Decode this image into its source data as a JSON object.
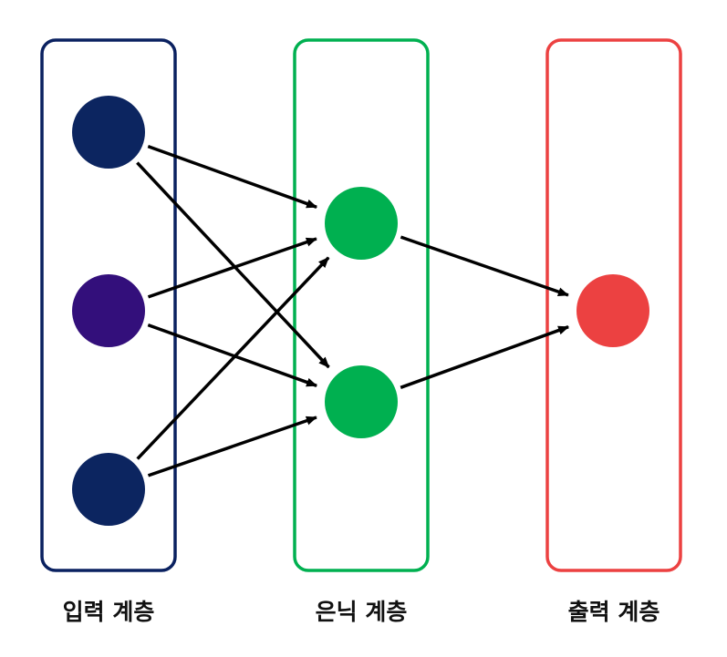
{
  "layers": [
    {
      "label": "입력 계층",
      "border_color": "#0a2160",
      "nodes": [
        {
          "color": "#0c2560"
        },
        {
          "color": "#330f7b"
        },
        {
          "color": "#0c2560"
        }
      ]
    },
    {
      "label": "은닉 계층",
      "border_color": "#00b050",
      "nodes": [
        {
          "color": "#00b050"
        },
        {
          "color": "#00b050"
        }
      ]
    },
    {
      "label": "출력 계층",
      "border_color": "#ec4141",
      "nodes": [
        {
          "color": "#ec4141"
        }
      ]
    }
  ],
  "connections": [
    {
      "from": [
        0,
        0
      ],
      "to": [
        1,
        0
      ]
    },
    {
      "from": [
        0,
        0
      ],
      "to": [
        1,
        1
      ]
    },
    {
      "from": [
        0,
        1
      ],
      "to": [
        1,
        0
      ]
    },
    {
      "from": [
        0,
        1
      ],
      "to": [
        1,
        1
      ]
    },
    {
      "from": [
        0,
        2
      ],
      "to": [
        1,
        0
      ]
    },
    {
      "from": [
        0,
        2
      ],
      "to": [
        1,
        1
      ]
    },
    {
      "from": [
        1,
        0
      ],
      "to": [
        2,
        0
      ]
    },
    {
      "from": [
        1,
        1
      ],
      "to": [
        2,
        0
      ]
    }
  ],
  "arrow_color": "#000000"
}
